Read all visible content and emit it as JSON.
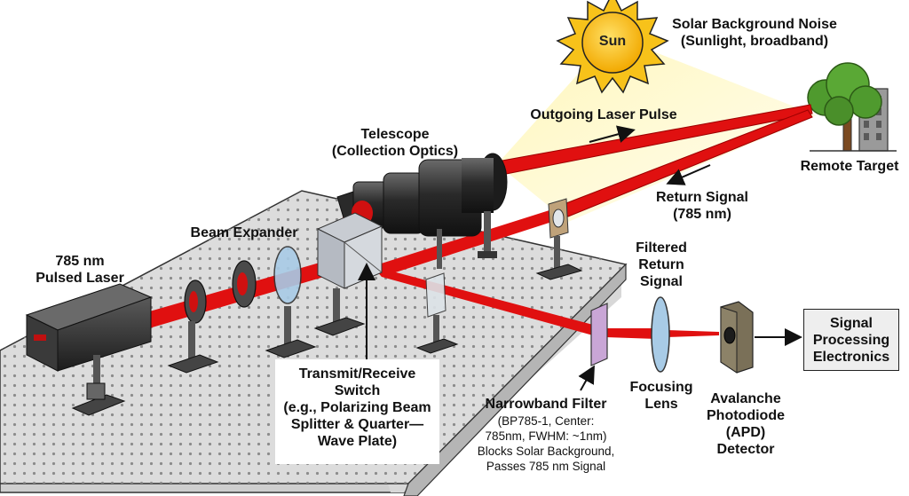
{
  "labels": {
    "sun_word": "Sun",
    "solar_noise": "Solar Background Noise\n(Sunlight, broadband)",
    "outgoing_pulse": "Outgoing Laser Pulse",
    "telescope": "Telescope\n(Collection Optics)",
    "remote_target": "Remote Target",
    "return_signal": "Return Signal\n(785 nm)",
    "beam_expander": "Beam Expander",
    "laser": "785 nm\nPulsed Laser",
    "filtered_return": "Filtered\nReturn\nSignal",
    "signal_processing": "Signal\nProcessing\nElectronics",
    "tr_switch": "Transmit/Receive\nSwitch\n(e.g., Polarizing Beam\nSplitter & Quarter—\nWave Plate)",
    "narrowband_filter_title": "Narrowband Filter",
    "narrowband_filter_detail": "(BP785-1, Center:\n785nm, FWHM: ~1nm)\nBlocks Solar Background,\nPasses 785 nm Signal",
    "focusing_lens": "Focusing\nLens",
    "apd": "Avalanche\nPhotodiode\n(APD)\nDetector"
  },
  "colors": {
    "laser_beam": "#e01010",
    "sunlight": "#fff3a0",
    "sun": "#f6b80a",
    "table": "#d4d4d4",
    "telescope": "#3a3a3a",
    "filter": "#c9a6d6",
    "lens": "#a8cbe6",
    "detector": "#7a7058"
  }
}
